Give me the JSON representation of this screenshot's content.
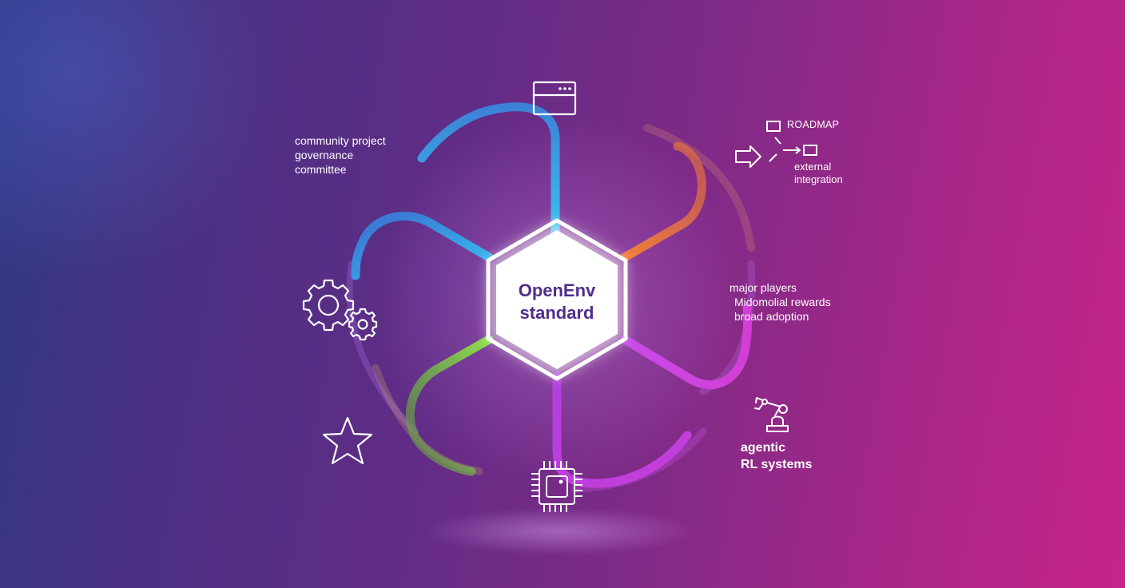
{
  "hub": {
    "line1": "OpenEnv",
    "line2": "standard"
  },
  "labels": {
    "governance": [
      "community project",
      "governance",
      "committee"
    ],
    "roadmap": "ROADMAP",
    "external": [
      "external",
      "integration"
    ],
    "players": [
      "major players",
      "Midomolial rewards",
      "broad adoption"
    ],
    "agentic": [
      "agentic",
      "RL systems"
    ]
  },
  "icons": [
    "browser-window-icon",
    "roadmap-diagram-icon",
    "gears-icon",
    "star-icon",
    "chip-icon",
    "robot-arm-icon"
  ],
  "colors": {
    "spoke_top": "#2aa6e6",
    "spoke_top_left": "#3f8fe0",
    "spoke_top_right": "#f07e3a",
    "spoke_bottom_left": "#7ad144",
    "spoke_bottom": "#c23ed6",
    "spoke_bottom_right": "#cf3fd8",
    "hub_text": "#4f2d8c"
  }
}
